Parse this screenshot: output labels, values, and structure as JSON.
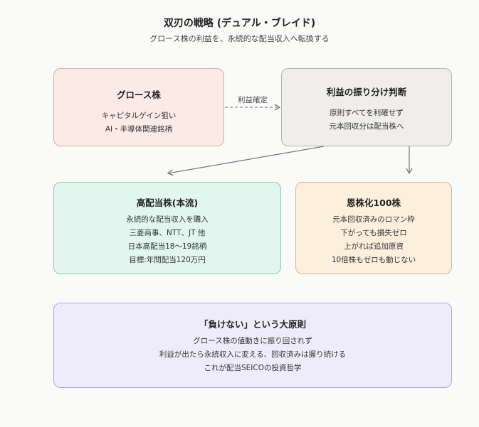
{
  "title": "双刃の戦略 (デュアル・ブレイド)",
  "subtitle": "グロース株の利益を、永続的な配当収入へ転換する",
  "nodes": {
    "growth": {
      "heading": "グロース株",
      "lines": [
        "キャピタルゲイン狙い",
        "AI・半導体関連銘柄"
      ]
    },
    "judge": {
      "heading": "利益の振り分け判断",
      "lines": [
        "原則すべてを利確せず",
        "元本回収分は配当株へ"
      ]
    },
    "dividend": {
      "heading": "高配当株(本流)",
      "lines": [
        "永続的な配当収入を購入",
        "三菱商事、NTT、JT 他",
        "日本高配当18〜19銘柄",
        "目標:年間配当120万円"
      ]
    },
    "onkabu": {
      "heading": "恩株化100株",
      "lines": [
        "元本回収済みのロマン枠",
        "下がっても損失ゼロ",
        "上がれば追加原資",
        "10倍株もゼロも動じない"
      ]
    },
    "principle": {
      "heading": "「負けない」という大原則",
      "lines": [
        "グロース株の値動きに振り回されず",
        "利益が出たら永続収入に変える、回収済みは握り続ける",
        "これが配当SEICOの投資哲学"
      ]
    }
  },
  "edges": {
    "growth_to_judge": "利益確定"
  },
  "colors": {
    "growth": "#fbeae6",
    "judge": "#efeeea",
    "dividend": "#e2f5ee",
    "onkabu": "#fcefdc",
    "principle": "#eeecfb",
    "arrow": "#777777"
  }
}
